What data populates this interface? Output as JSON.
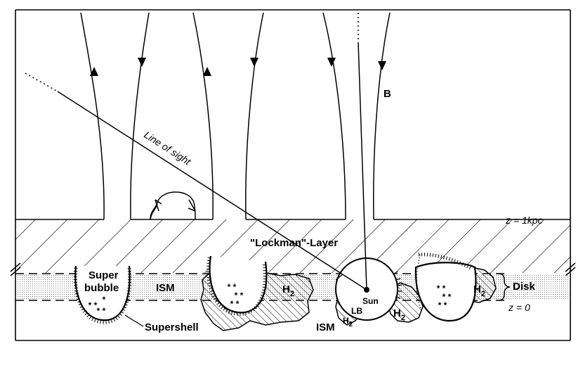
{
  "labels": {
    "b_field": "B",
    "line_of_sight": "Line of sight",
    "lockman_layer": "\"Lockman\"-Layer",
    "z_1kpc": "z = 1kpc",
    "z_0": "z = 0",
    "disk": "Disk",
    "superbubble_line1": "Super",
    "superbubble_line2": "bubble",
    "supershell": "Supershell",
    "ism_upper": "ISM",
    "ism_lower": "ISM",
    "h2_1": "H",
    "h2_2": "H",
    "h2_3": "H",
    "h2_4": "H",
    "h2_sub": "2",
    "lb": "LB",
    "sun": "Sun"
  }
}
